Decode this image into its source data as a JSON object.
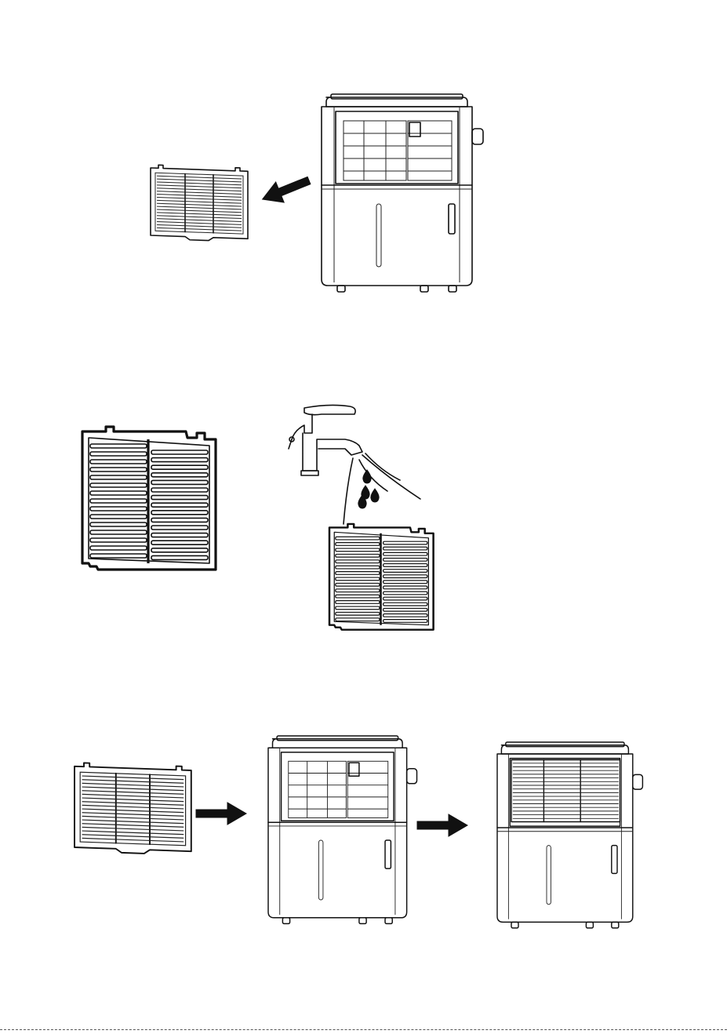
{
  "steps": [
    {
      "id": "remove-filter"
    },
    {
      "id": "wash-filter"
    },
    {
      "id": "reinstall-filter"
    }
  ],
  "colors": {
    "line": "#111111",
    "background": "#ffffff"
  },
  "icons": [
    "arrow-icon",
    "faucet-icon",
    "water-drop-icon"
  ]
}
